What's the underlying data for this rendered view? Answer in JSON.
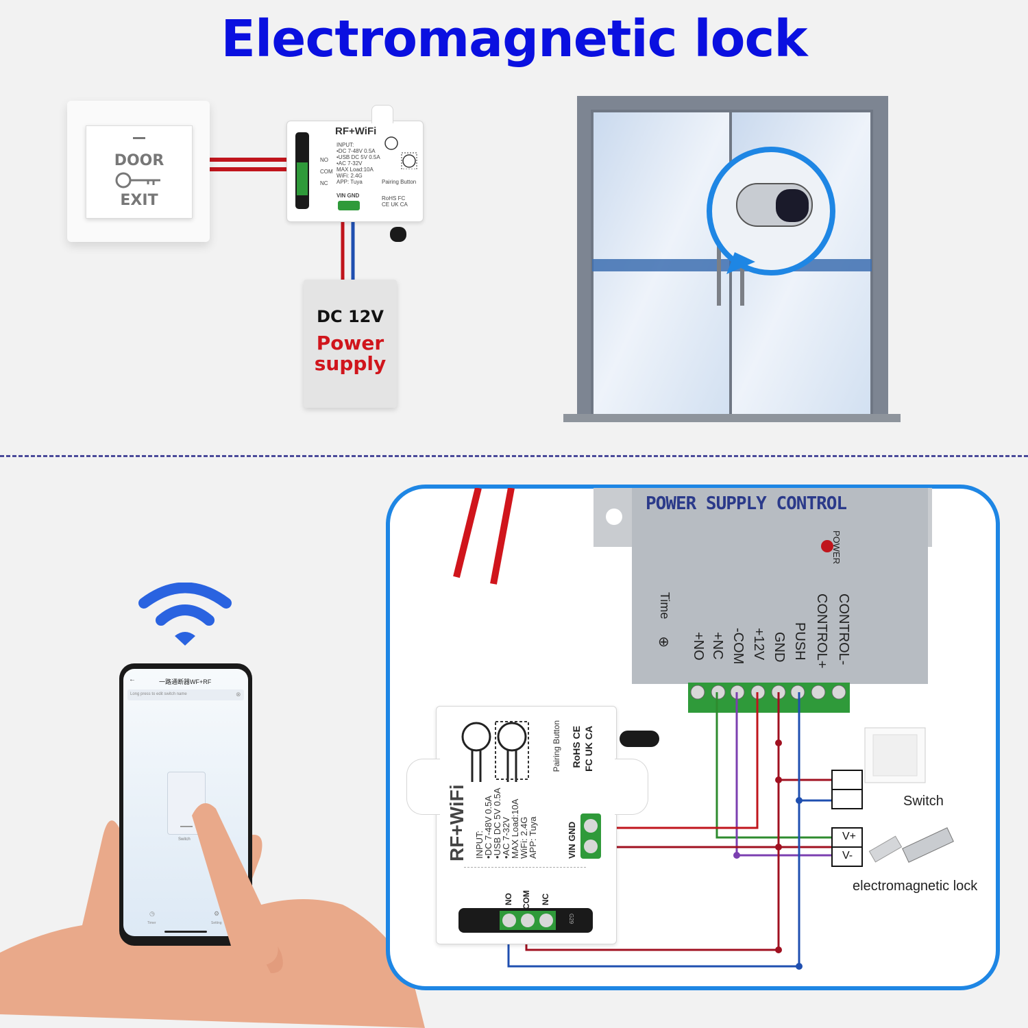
{
  "title": "Electromagnetic  lock",
  "exit_button": {
    "line1": "DOOR",
    "line2": "EXIT"
  },
  "module_top": {
    "title": "RF+WiFi",
    "specs": [
      "INPUT:",
      "•DC 7-48V 0.5A",
      "•USB DC 5V 0.5A",
      "•AC 7-32V",
      "MAX Load:10A",
      "WiFi: 2.4G",
      "APP: Tuya"
    ],
    "terminals": [
      "NO",
      "COM",
      "NC"
    ],
    "power_labels": "VIN GND",
    "pairing": "Pairing Button",
    "certs": [
      "RoHS",
      "FC",
      "CE",
      "UK CA"
    ]
  },
  "power_supply": {
    "line1": "DC 12V",
    "line2": "Power",
    "line3": "supply"
  },
  "phone": {
    "header": "一路通断器WF+RF",
    "hint": "Long press to edit switch name",
    "switch_label": "Switch",
    "tabs": [
      "Timer",
      "Setting"
    ]
  },
  "psc": {
    "title": "POWER SUPPLY CONTROL",
    "power_led": "POWER",
    "time": "Time",
    "terminals": [
      "+NO",
      "+NC",
      "-COM",
      "+12V",
      "GND",
      "PUSH",
      "CONTROL+",
      "CONTROL-"
    ]
  },
  "module_bottom": {
    "title": "RF+WiFi",
    "specs": [
      "INPUT:",
      "•DC 7-48V 0.5A",
      "•USB DC 5V 0.5A",
      "•AC 7-32V",
      "MAX Load:10A",
      "WiFi: 2.4G",
      "APP: Tuya"
    ],
    "power_labels": "VIN GND",
    "terminals": [
      "NO",
      "COM",
      "NC"
    ],
    "pairing": "Pairing Button",
    "certs": [
      "RoHS",
      "CE",
      "FC",
      "UK CA"
    ],
    "pcb_code": "G29"
  },
  "labels": {
    "switch": "Switch",
    "lock": "electromagnetic lock",
    "vplus": "V+",
    "vminus": "V-"
  },
  "colors": {
    "title": "#0a10e0",
    "frame": "#1e86e4",
    "wire_red": "#c0151c",
    "wire_blue": "#1f4fb0",
    "wire_green": "#2e8b2e",
    "wire_purple": "#7b3fb0",
    "wire_darkred": "#a01020",
    "terminal_green": "#2f9a3a"
  }
}
